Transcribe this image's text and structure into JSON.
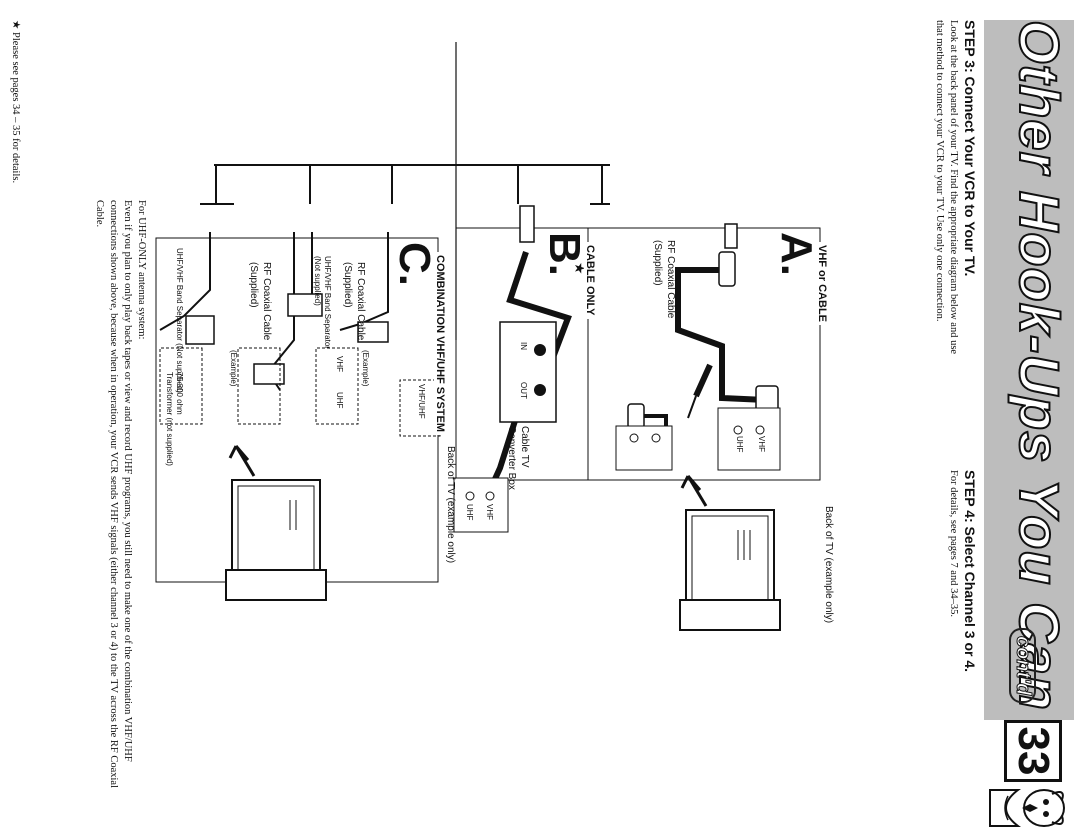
{
  "header": {
    "banner_title": "Other Hook-Ups You Can Try",
    "banner_contd": "cont'd",
    "page_number": "33"
  },
  "step3": {
    "heading": "STEP 3: Connect Your VCR to Your TV.",
    "body": "Look at the back panel of your TV. Find the appropriate diagram below and use that method to connect your VCR to your TV. Use only one connection."
  },
  "step4": {
    "heading": "STEP 4: Select Channel 3 or 4.",
    "body": "For details, see pages 7 and 34–35."
  },
  "panel_a": {
    "letter": "A.",
    "title": "VHF or CABLE",
    "cable_label_1": "RF Coaxial Cable",
    "cable_label_2": "(Supplied)",
    "tv_label": "Back of TV (example only)",
    "term_vhf": "VHF",
    "term_uhf": "UHF"
  },
  "panel_b": {
    "letter": "B.",
    "star": "★",
    "title": "CABLE ONLY",
    "box_label_1": "Cable TV",
    "box_label_2": "Converter Box",
    "box_in": "IN",
    "box_out": "OUT",
    "term_vhf": "VHF",
    "term_uhf": "UHF"
  },
  "panel_c": {
    "letter": "C.",
    "title": "COMBINATION VHF/UHF SYSTEM",
    "tv_label": "Back of TV (example only)",
    "rf_cable_1": "RF Coaxial Cable",
    "rf_cable_1b": "(Supplied)",
    "separator_1": "UHF/VHF Band Separator",
    "separator_1b": "(Not supplied)",
    "rf_cable_2": "RF Coaxial Cable",
    "rf_cable_2b": "(Supplied)",
    "separator_2": "UHF/VHF Band Separator (Not supplied)",
    "transformer_1": "75-300 ohm",
    "transformer_2": "Transformer (not supplied)",
    "example": "(Example)",
    "term_vhf_uhf": "VHF/UHF",
    "term_vhf": "VHF",
    "term_uhf": "UHF"
  },
  "uhf_note": {
    "lead": "For UHF-ONLY antenna system:",
    "body": "Even if you plan to only play back tapes or view and record UHF programs, you still need to make one of the combination VHF/UHF connections shown above, because when in operation, your VCR sends VHF signals (either channel 3 or 4) to the TV across the RF Coaxial Cable."
  },
  "footnote": "★ Please see pages 34 – 35 for details."
}
